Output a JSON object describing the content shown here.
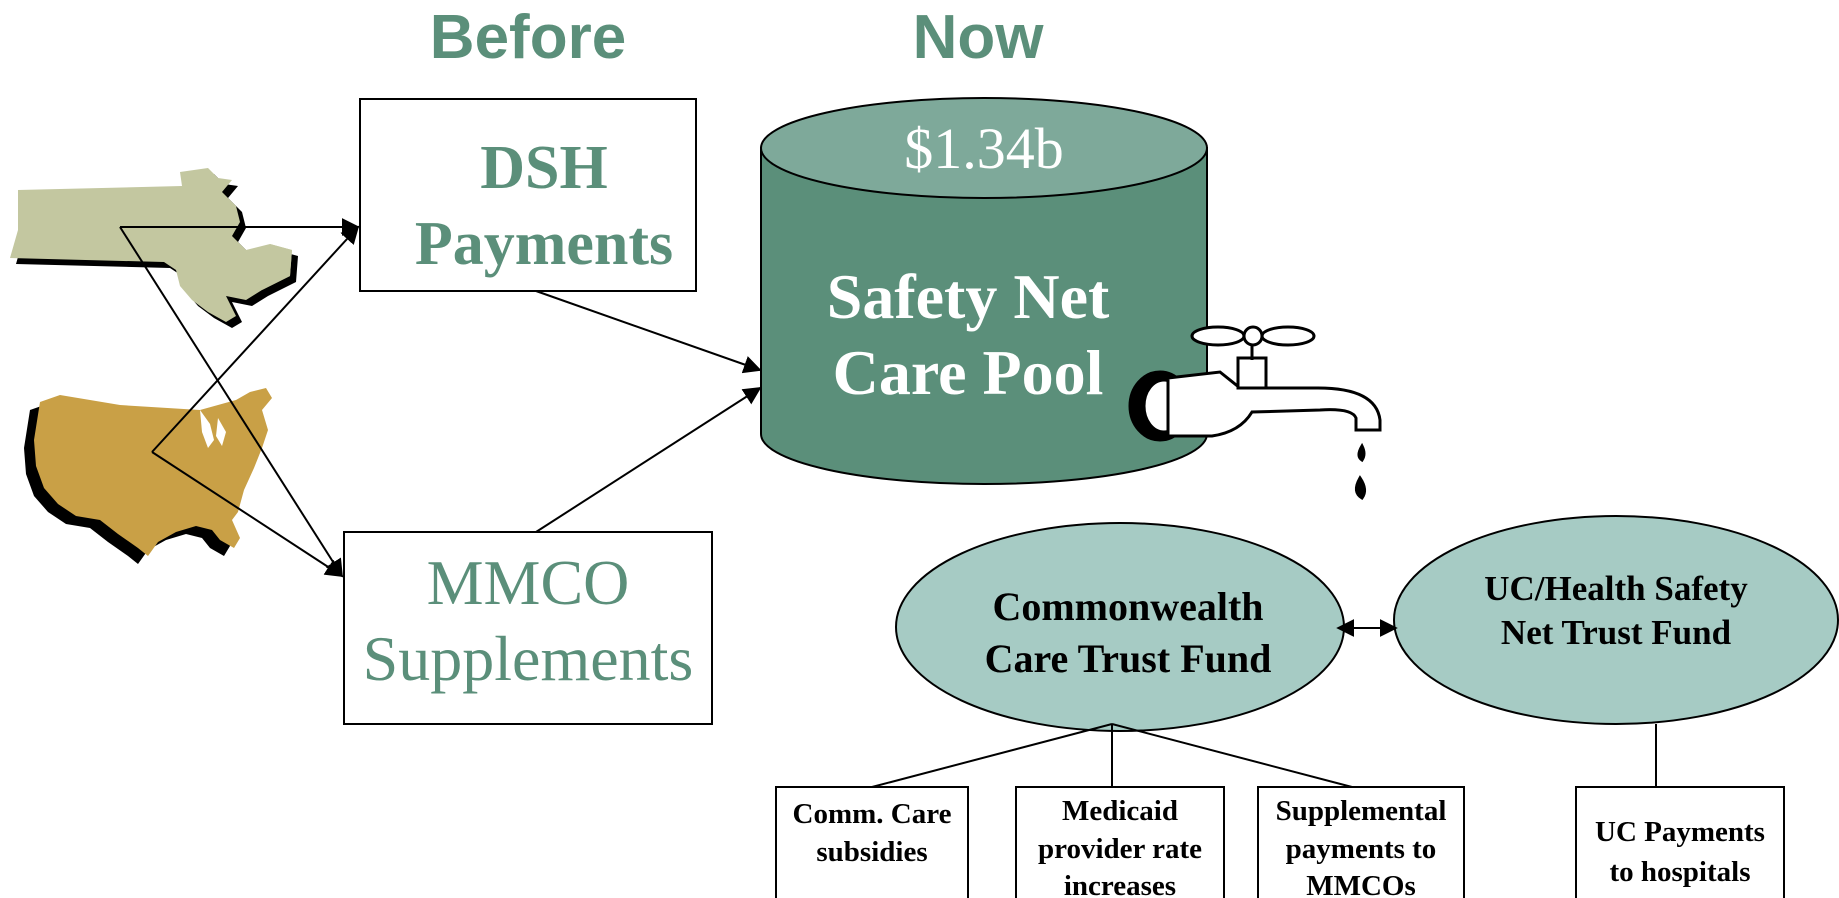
{
  "headers": {
    "before": "Before",
    "now": "Now"
  },
  "sources": {
    "dsh": {
      "line1": "DSH",
      "line2": "Payments"
    },
    "mmco": {
      "line1": "MMCO",
      "line2": "Supplements"
    }
  },
  "pool": {
    "amount": "$1.34b",
    "line1": "Safety Net",
    "line2": "Care Pool"
  },
  "funds": {
    "commonwealth": {
      "line1": "Commonwealth",
      "line2": "Care Trust Fund"
    },
    "uc": {
      "line1": "UC/Health Safety",
      "line2": "Net Trust Fund"
    }
  },
  "uses": {
    "comm_care": {
      "line1": "Comm. Care",
      "line2": "subsidies"
    },
    "medicaid": {
      "line1": "Medicaid",
      "line2": "provider rate",
      "line3": "increases"
    },
    "supplemental": {
      "line1": "Supplemental",
      "line2": "payments to",
      "line3": "MMCOs"
    },
    "uc_payments": {
      "line1": "UC Payments",
      "line2": "to hospitals"
    }
  },
  "icons": {
    "massachusetts": "massachusetts-map-icon",
    "usa": "usa-map-icon",
    "faucet": "faucet-icon"
  },
  "colors": {
    "header_green": "#5b8f7a",
    "pool_body": "#5b8f7a",
    "pool_top": "#7ea99a",
    "fund_fill": "#a6cbc4",
    "mass_map": "#c3c7a0",
    "usa_map": "#c9a046"
  }
}
